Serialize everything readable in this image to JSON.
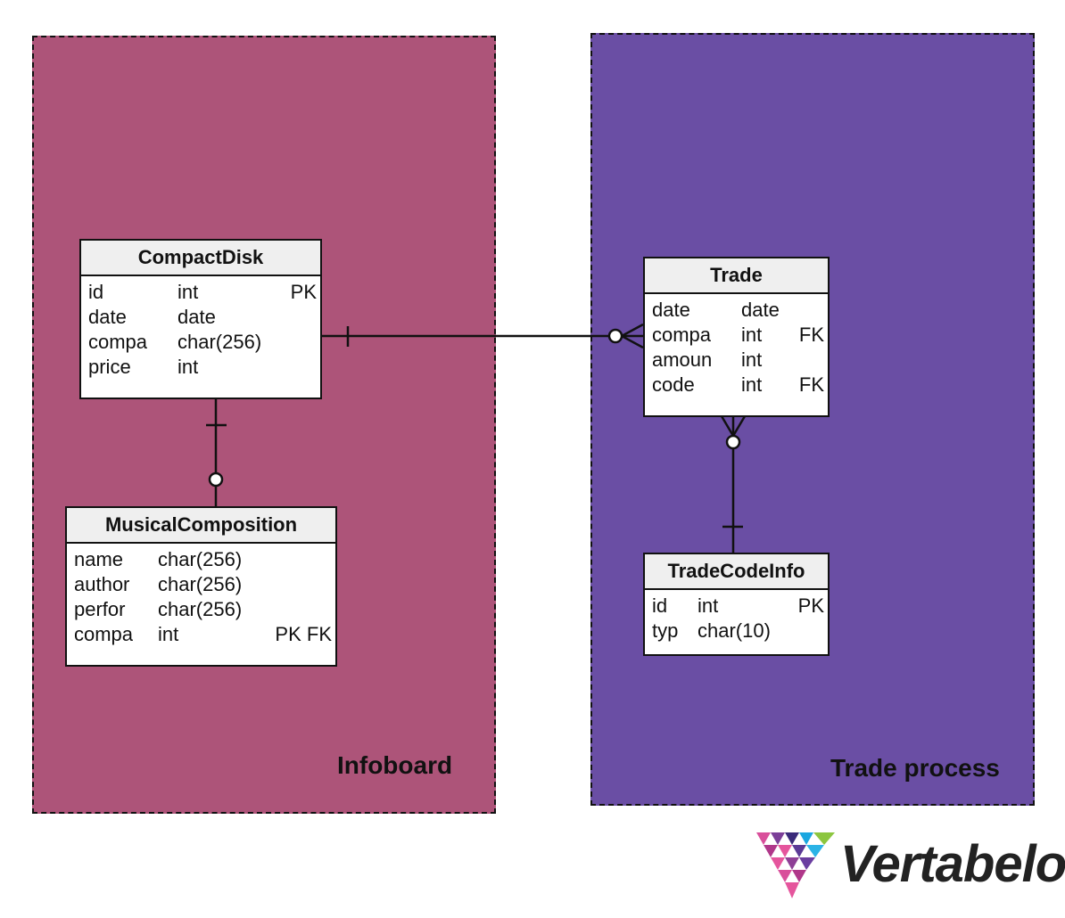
{
  "colors": {
    "infoboard_area": "#ad5479",
    "trade_area": "#6a4ea4",
    "header_bg": "#efefef",
    "line": "#111111"
  },
  "areas": {
    "infoboard": {
      "title": "Infoboard"
    },
    "trade": {
      "title": "Trade process"
    }
  },
  "tables": {
    "compact_disk": {
      "name": "CompactDisk",
      "columns": [
        {
          "name": "id",
          "type": "int",
          "flags": "PK"
        },
        {
          "name": "date",
          "type": "date",
          "flags": ""
        },
        {
          "name": "compa",
          "type": "char(256)",
          "flags": ""
        },
        {
          "name": "price",
          "type": "int",
          "flags": ""
        }
      ]
    },
    "musical_composition": {
      "name": "MusicalComposition",
      "columns": [
        {
          "name": "name",
          "type": "char(256)",
          "flags": ""
        },
        {
          "name": "author",
          "type": "char(256)",
          "flags": ""
        },
        {
          "name": "perfor",
          "type": "char(256)",
          "flags": ""
        },
        {
          "name": "compa",
          "type": "int",
          "flags": "PK FK"
        }
      ]
    },
    "trade": {
      "name": "Trade",
      "columns": [
        {
          "name": "date",
          "type": "date",
          "flags": ""
        },
        {
          "name": "compa",
          "type": "int",
          "flags": "FK"
        },
        {
          "name": "amoun",
          "type": "int",
          "flags": ""
        },
        {
          "name": "code",
          "type": "int",
          "flags": "FK"
        }
      ]
    },
    "trade_code_info": {
      "name": "TradeCodeInfo",
      "columns": [
        {
          "name": "id",
          "type": "int",
          "flags": "PK"
        },
        {
          "name": "typ",
          "type": "char(10)",
          "flags": ""
        }
      ]
    }
  },
  "logo": {
    "text": "Vertabelo",
    "icon": "vertabelo-logo-icon"
  }
}
